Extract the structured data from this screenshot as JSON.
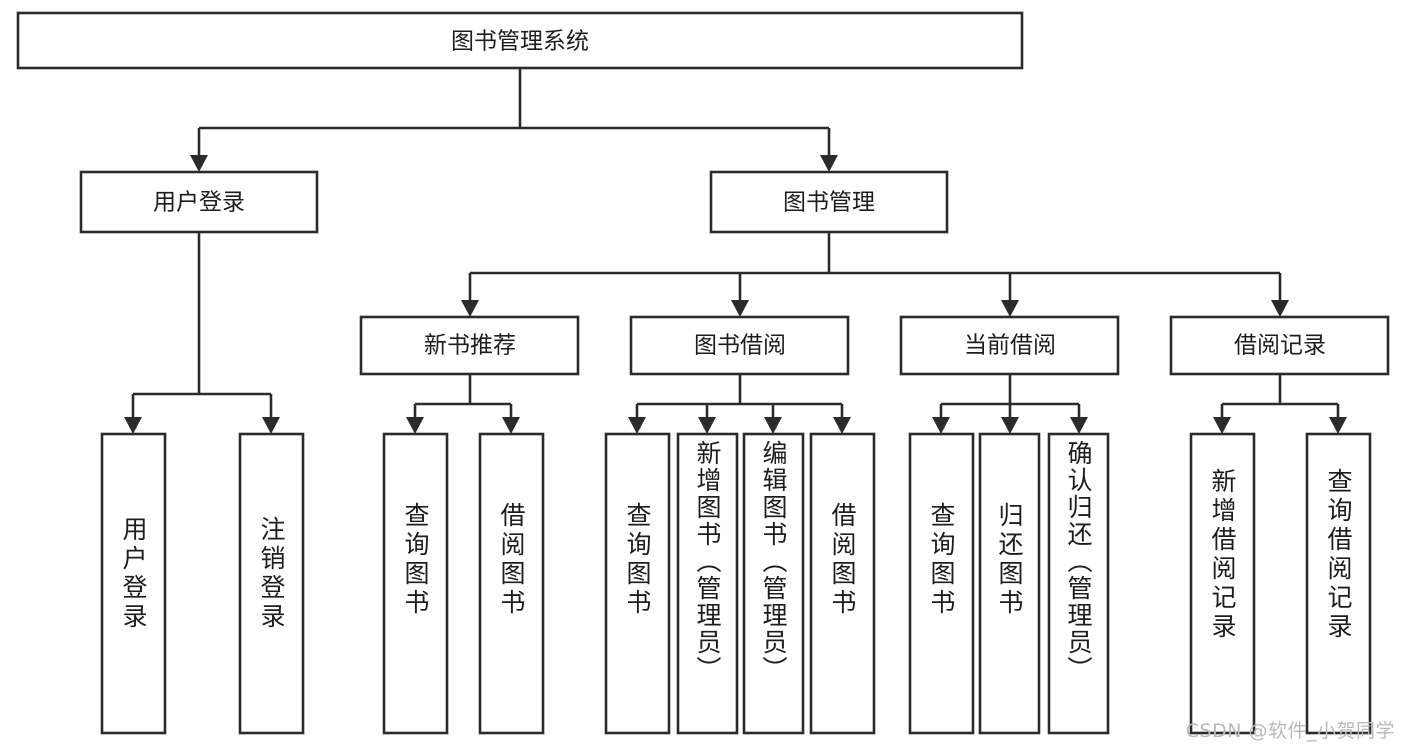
{
  "diagram": {
    "title": "图书管理系统",
    "type": "tree-hierarchy-chart",
    "orientation": "top-down",
    "root": {
      "id": "root",
      "label": "图书管理系统"
    },
    "level2": [
      {
        "id": "user-login",
        "label": "用户登录"
      },
      {
        "id": "book-management",
        "label": "图书管理"
      }
    ],
    "level3": [
      {
        "id": "new-book-recommend",
        "label": "新书推荐",
        "parent": "book-management"
      },
      {
        "id": "book-borrow",
        "label": "图书借阅",
        "parent": "book-management"
      },
      {
        "id": "current-borrow",
        "label": "当前借阅",
        "parent": "book-management"
      },
      {
        "id": "borrow-record",
        "label": "借阅记录",
        "parent": "book-management"
      }
    ],
    "leaves": [
      {
        "id": "leaf-user-login",
        "label": "用户登录",
        "parent": "user-login"
      },
      {
        "id": "leaf-logout-login",
        "label": "注销登录",
        "parent": "user-login"
      },
      {
        "id": "leaf-query-book-1",
        "label": "查询图书",
        "parent": "new-book-recommend"
      },
      {
        "id": "leaf-borrow-book-1",
        "label": "借阅图书",
        "parent": "new-book-recommend"
      },
      {
        "id": "leaf-query-book-2",
        "label": "查询图书",
        "parent": "book-borrow"
      },
      {
        "id": "leaf-add-book",
        "label": "新增图书（管理员）",
        "parent": "book-borrow"
      },
      {
        "id": "leaf-edit-book",
        "label": "编辑图书（管理员）",
        "parent": "book-borrow"
      },
      {
        "id": "leaf-borrow-book-2",
        "label": "借阅图书",
        "parent": "book-borrow"
      },
      {
        "id": "leaf-query-book-3",
        "label": "查询图书",
        "parent": "current-borrow"
      },
      {
        "id": "leaf-return-book",
        "label": "归还图书",
        "parent": "current-borrow"
      },
      {
        "id": "leaf-confirm-return",
        "label": "确认归还（管理员）",
        "parent": "current-borrow"
      },
      {
        "id": "leaf-add-record",
        "label": "新增借阅记录",
        "parent": "borrow-record"
      },
      {
        "id": "leaf-query-record",
        "label": "查询借阅记录",
        "parent": "borrow-record"
      }
    ],
    "watermark": "CSDN @软件_小贺同学",
    "colors": {
      "stroke": "#2b2b2b",
      "fill": "#ffffff",
      "text": "#1d1d1d",
      "watermark": "#b9b9b9"
    }
  }
}
